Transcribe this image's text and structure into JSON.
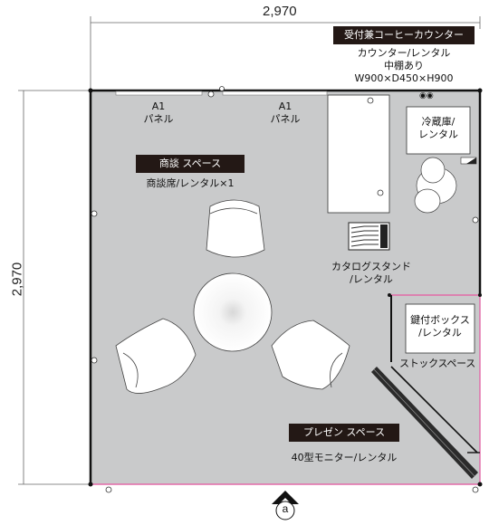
{
  "dimensions": {
    "width_label": "2,970",
    "depth_label": "2,970"
  },
  "reception": {
    "badge": "受付兼コーヒーカウンター",
    "desc_line1": "カウンター/レンタル",
    "desc_line2": "中棚あり",
    "desc_line3": "W900×D450×H900"
  },
  "panels": [
    {
      "line1": "A1",
      "line2": "パネル"
    },
    {
      "line1": "A1",
      "line2": "パネル"
    }
  ],
  "fridge": {
    "line1": "冷蔵庫/",
    "line2": "レンタル"
  },
  "meeting": {
    "badge": "商談 スペース",
    "seats": "商談席/レンタル×1"
  },
  "catalog": {
    "line1": "カタログスタンド",
    "line2": "/レンタル"
  },
  "keybox": {
    "line1": "鍵付ボックス",
    "line2": "/レンタル"
  },
  "stock": {
    "label": "ストックスペース"
  },
  "presentation": {
    "badge": "プレゼン スペース",
    "monitor": "40型モニター/レンタル"
  },
  "entrance": {
    "label": "a"
  },
  "colors": {
    "floor": "#c9cacb",
    "wall": "#111111",
    "accent": "#e26aa8",
    "furniture": "#ffffff"
  }
}
